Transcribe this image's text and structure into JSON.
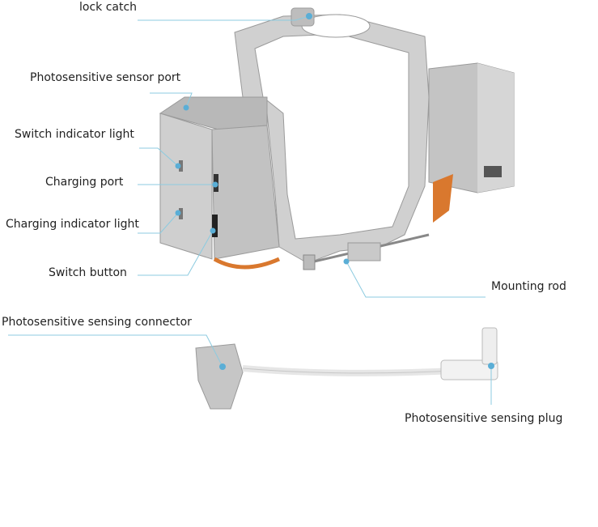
{
  "labels": {
    "lock_catch": "lock catch",
    "sensor_port": "Photosensitive sensor port",
    "switch_indicator": "Switch indicator light",
    "charging_port": "Charging port",
    "charging_indicator": "Charging indicator light",
    "switch_button": "Switch button",
    "mounting_rod": "Mounting rod",
    "sensing_connector": "Photosensitive sensing connector",
    "sensing_plug": "Photosensitive sensing plug"
  },
  "colors": {
    "leader": "#8ccbe0",
    "dot": "#5aaed6",
    "body": "#c9c9c9",
    "body_dark": "#a9a9a9",
    "wire": "#d9782e"
  }
}
